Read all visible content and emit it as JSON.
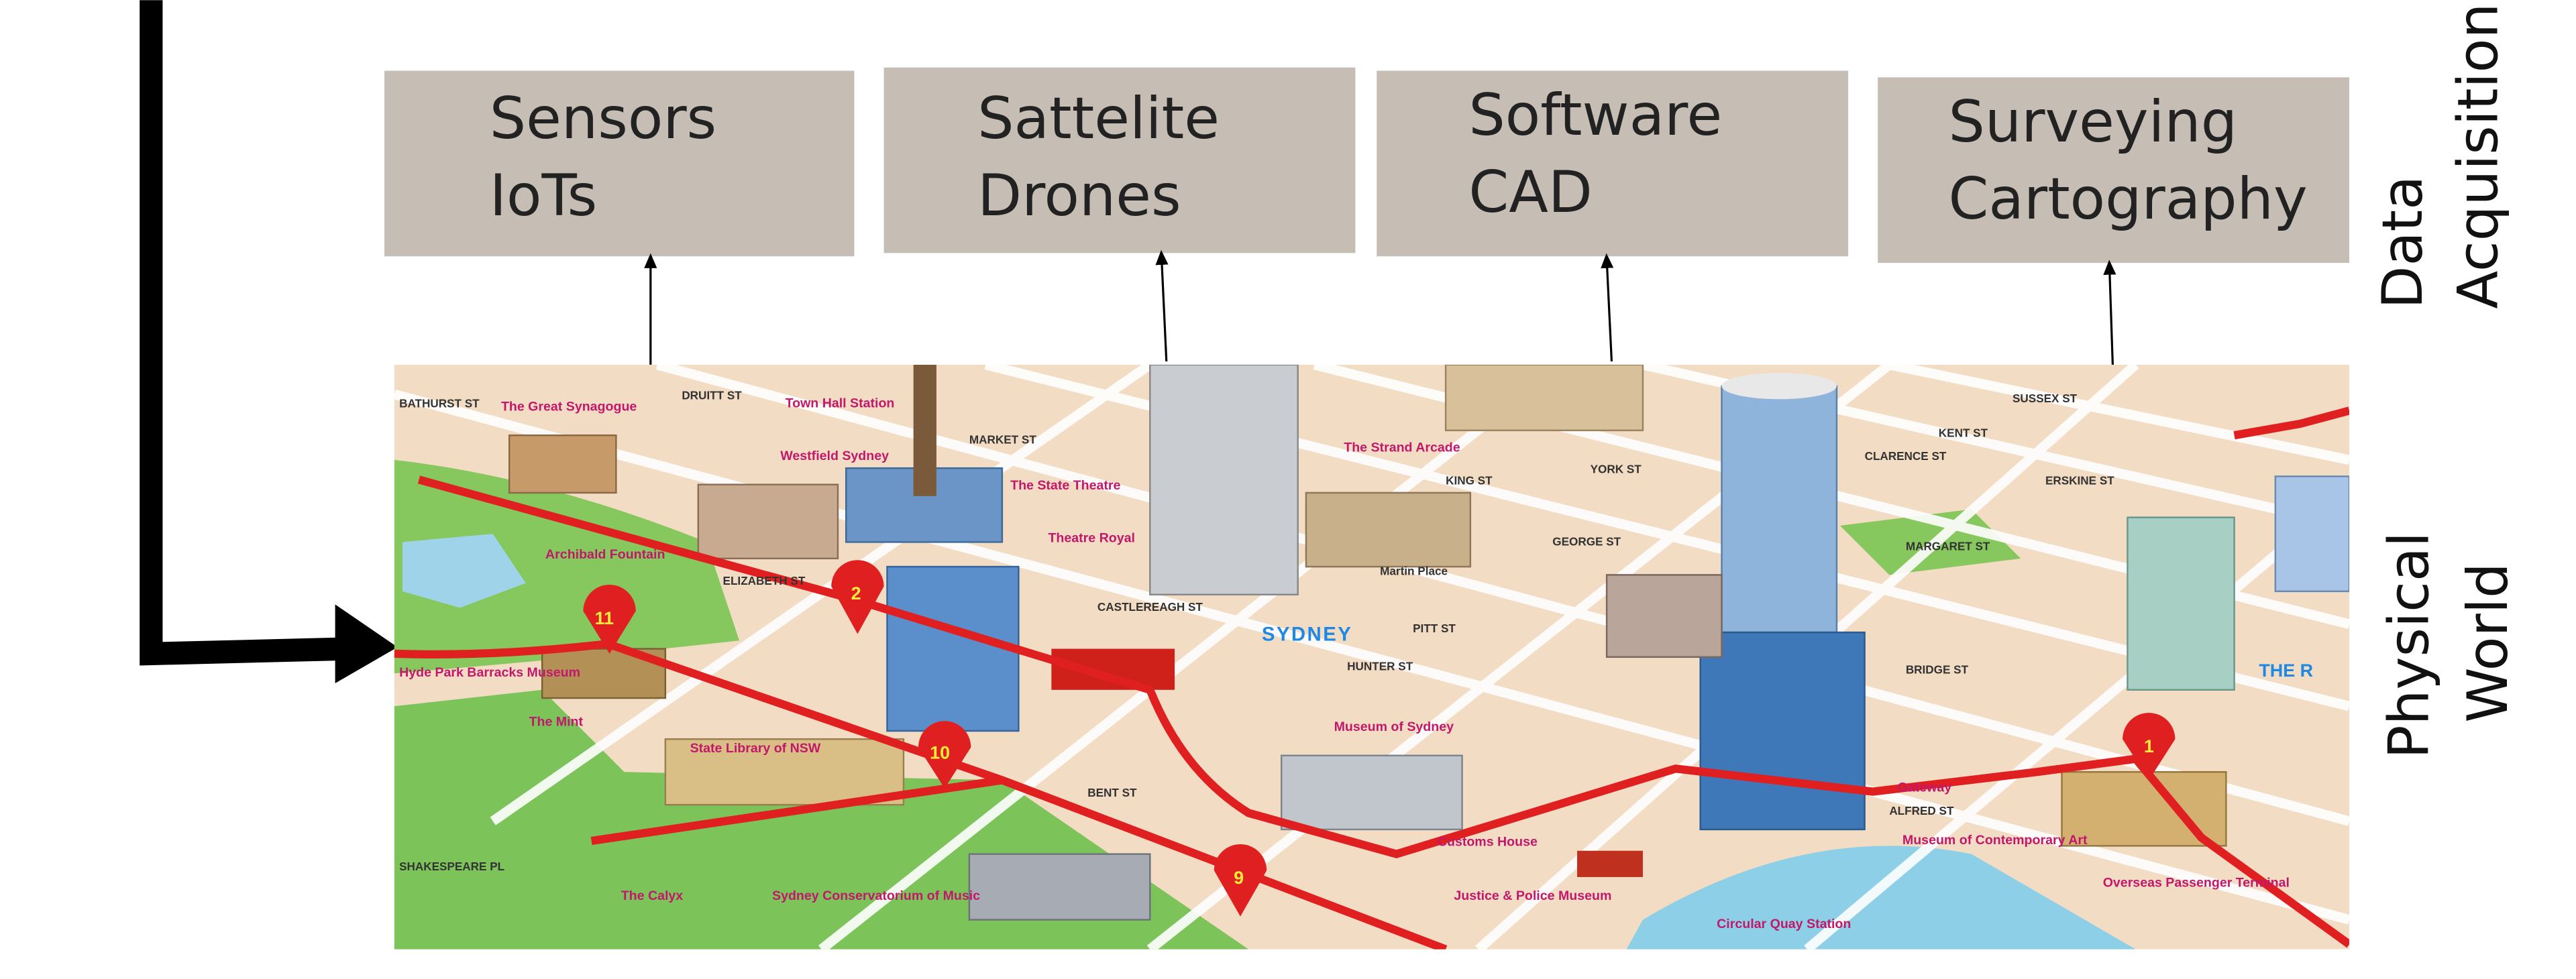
{
  "layers": {
    "data_acquisition": "Data Acquisition",
    "data_acquisition_lines": [
      "Data",
      "Acquisition"
    ],
    "physical_world": "Physical World",
    "physical_world_lines": [
      "Physical",
      "World"
    ]
  },
  "boxes": [
    {
      "lines": [
        "Sensors",
        "IoTs"
      ]
    },
    {
      "lines": [
        "Sattelite",
        "Drones"
      ]
    },
    {
      "lines": [
        "Software",
        "CAD"
      ]
    },
    {
      "lines": [
        "Surveying",
        "Cartography"
      ]
    }
  ],
  "colors": {
    "box": "#c6bdb4",
    "route": "#e02020",
    "map_bg": "#f3dcc4",
    "park": "#7cc35a",
    "arrow": "#000000"
  },
  "map": {
    "city": "SYDNEY",
    "streets": [
      "BATHURST ST",
      "DRUITT ST",
      "MARKET ST",
      "KING ST",
      "YORK ST",
      "GEORGE ST",
      "SUSSEX ST",
      "KENT ST",
      "CLARENCE ST",
      "ERSKINE ST",
      "MARGARET ST",
      "ELIZABETH ST",
      "CASTLEREAGH ST",
      "PITT ST",
      "HUNTER ST",
      "BRIDGE ST",
      "BENT ST",
      "ALFRED ST",
      "SHAKESPEARE PL",
      "Martin Place"
    ],
    "landmarks": [
      "The Great Synagogue",
      "Town Hall Station",
      "Westfield Sydney",
      "The State Theatre",
      "Theatre Royal",
      "The Strand Arcade",
      "Archibald Fountain",
      "Hyde Park Barracks Museum",
      "The Mint",
      "State Library of NSW",
      "Museum of Sydney",
      "Gateway",
      "Museum of Contemporary Art",
      "Customs House",
      "The Calyx",
      "Sydney Conservatorium of Music",
      "Justice & Police Museum",
      "Circular Quay Station",
      "Overseas Passenger Terminal",
      "THE R"
    ],
    "stops": [
      "11",
      "2",
      "10",
      "9",
      "1"
    ]
  }
}
